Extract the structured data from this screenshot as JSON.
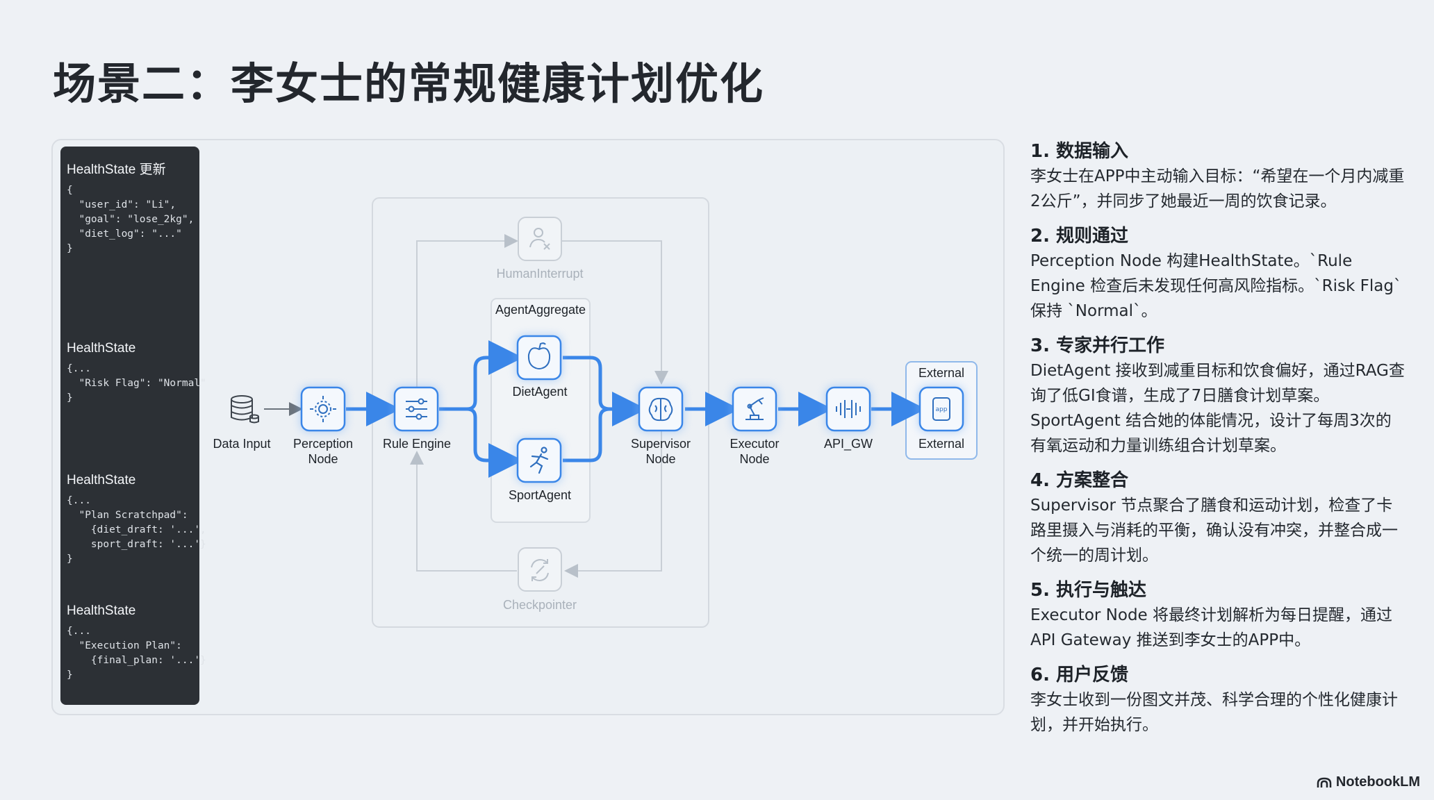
{
  "title": "场景二：李女士的常规健康计划优化",
  "state_panel": [
    {
      "title": "HealthState 更新",
      "code": "{\n  \"user_id\": \"Li\",\n  \"goal\": \"lose_2kg\",\n  \"diet_log\": \"...\"\n}"
    },
    {
      "title": "HealthState",
      "code": "{...\n  \"Risk Flag\": \"Normal\"\n}"
    },
    {
      "title": "HealthState",
      "code": "{...\n  \"Plan Scratchpad\":\n    {diet_draft: '...',\n    sport_draft: '...'}\n}"
    },
    {
      "title": "HealthState",
      "code": "{...\n  \"Execution Plan\":\n    {final_plan: '...'}\n}"
    }
  ],
  "diagram": {
    "nodes": {
      "data_input": "Data Input",
      "perception": "Perception\nNode",
      "rule_engine": "Rule Engine",
      "diet_agent": "DietAgent",
      "sport_agent": "SportAgent",
      "supervisor": "Supervisor\nNode",
      "executor": "Executor\nNode",
      "api_gw": "API_GW",
      "external": "External",
      "human_interrupt": "HumanInterrupt",
      "checkpointer": "Checkpointer"
    },
    "groups": {
      "agent_aggregate": "AgentAggregate",
      "external_box": "External"
    },
    "icons": {
      "data_input": "database-icon",
      "perception": "sensor-icon",
      "rule_engine": "sliders-icon",
      "diet_agent": "apple-icon",
      "sport_agent": "runner-icon",
      "supervisor": "brain-icon",
      "executor": "robot-arm-icon",
      "api_gw": "gateway-icon",
      "external": "app-icon",
      "human_interrupt": "user-x-icon",
      "checkpointer": "refresh-icon"
    },
    "colors": {
      "accent": "#3a86e8",
      "faded": "#b8c0c9"
    }
  },
  "steps": [
    {
      "title": "1. 数据输入",
      "body": "李女士在APP中主动输入目标：“希望在一个月内减重2公斤”，并同步了她最近一周的饮食记录。"
    },
    {
      "title": "2. 规则通过",
      "body": "Perception Node 构建HealthState。`Rule Engine 检查后未发现任何高风险指标。`Risk Flag` 保持 `Normal`。"
    },
    {
      "title": "3. 专家并行工作",
      "body": "DietAgent 接收到减重目标和饮食偏好，通过RAG查询了低GI食谱，生成了7日膳食计划草案。SportAgent 结合她的体能情况，设计了每周3次的有氧运动和力量训练组合计划草案。"
    },
    {
      "title": "4. 方案整合",
      "body": "Supervisor 节点聚合了膳食和运动计划，检查了卡路里摄入与消耗的平衡，确认没有冲突，并整合成一个统一的周计划。"
    },
    {
      "title": "5. 执行与触达",
      "body": "Executor Node 将最终计划解析为每日提醒，通过 API Gateway 推送到李女士的APP中。"
    },
    {
      "title": "6. 用户反馈",
      "body": "李女士收到一份图文并茂、科学合理的个性化健康计划，并开始执行。"
    }
  ],
  "brand": "NotebookLM"
}
